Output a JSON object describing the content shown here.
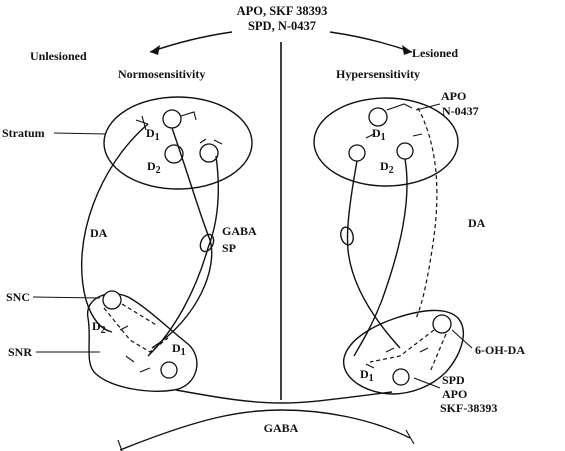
{
  "header": {
    "drugs_line1": "APO, SKF 38393",
    "drugs_line2": "SPD, N-0437"
  },
  "left": {
    "side": "Unlesioned",
    "state": "Normosensitivity",
    "labels": {
      "striatum": "Stratum",
      "d1": "D",
      "d1_sub": "1",
      "d2": "D",
      "d2_sub": "2",
      "da": "DA",
      "gaba": "GABA",
      "sp": "SP",
      "snc": "SNC",
      "snr": "SNR",
      "snc_d2": "D",
      "snc_d2_sub": "2",
      "snr_d1": "D",
      "snr_d1_sub": "1"
    }
  },
  "right": {
    "side": "Lesioned",
    "state": "Hypersensitivity",
    "labels": {
      "apo": "APO",
      "n0437": "N-0437",
      "d1": "D",
      "d1_sub": "1",
      "d2": "D",
      "d2_sub": "2",
      "da": "DA",
      "ohda": "6-OH-DA",
      "snr_d1": "D",
      "snr_d1_sub": "1",
      "spd": "SPD",
      "apo2": "APO",
      "skf": "SKF-38393"
    }
  },
  "bottom": {
    "gaba": "GABA"
  }
}
